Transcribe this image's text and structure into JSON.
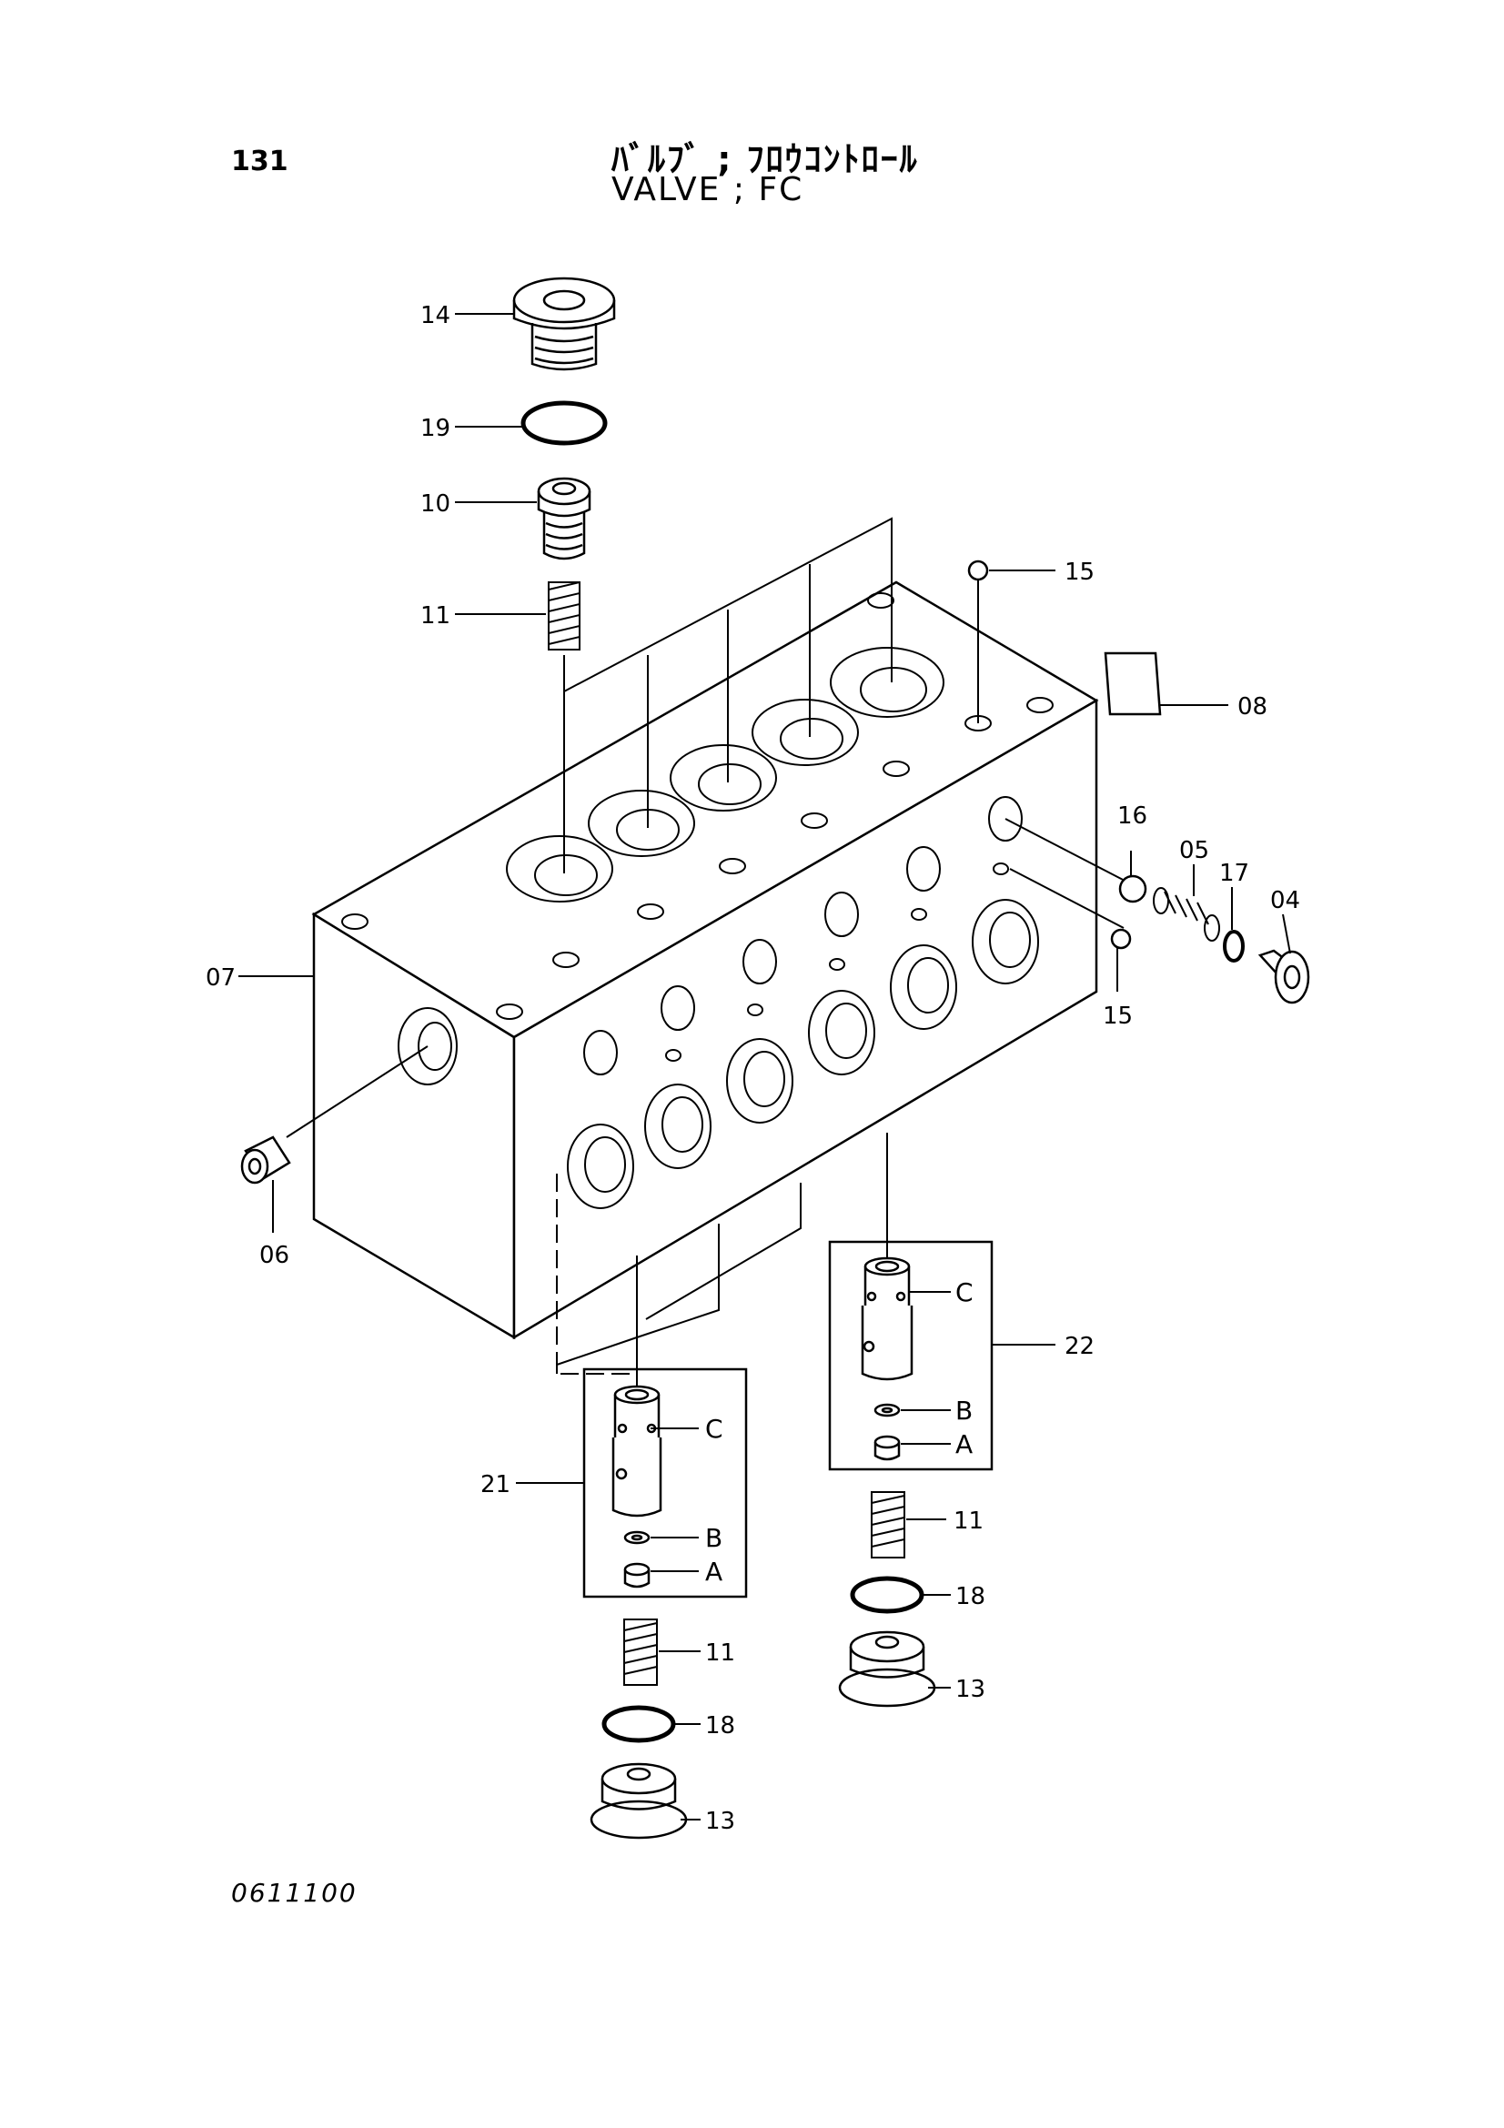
{
  "header": {
    "page_number": "131",
    "title_jp": "ﾊﾞﾙﾌﾞ ; ﾌﾛｳｺﾝﾄﾛｰﾙ",
    "title_en": "VALVE ; FC"
  },
  "footer": {
    "figure_number": "0611100"
  },
  "callouts": {
    "c14": "14",
    "c19": "19",
    "c10": "10",
    "c11_top": "11",
    "c15_top": "15",
    "c08": "08",
    "c16": "16",
    "c05": "05",
    "c17": "17",
    "c04": "04",
    "c15_right": "15",
    "c07": "07",
    "c06": "06",
    "c22": "22",
    "c21": "21",
    "c11_right": "11",
    "c18_right": "18",
    "c13_right": "13",
    "c11_left": "11",
    "c18_left": "18",
    "c13_left": "13"
  },
  "subparts": {
    "right_C": "C",
    "right_B": "B",
    "right_A": "A",
    "left_C": "C",
    "left_B": "B",
    "left_A": "A"
  }
}
